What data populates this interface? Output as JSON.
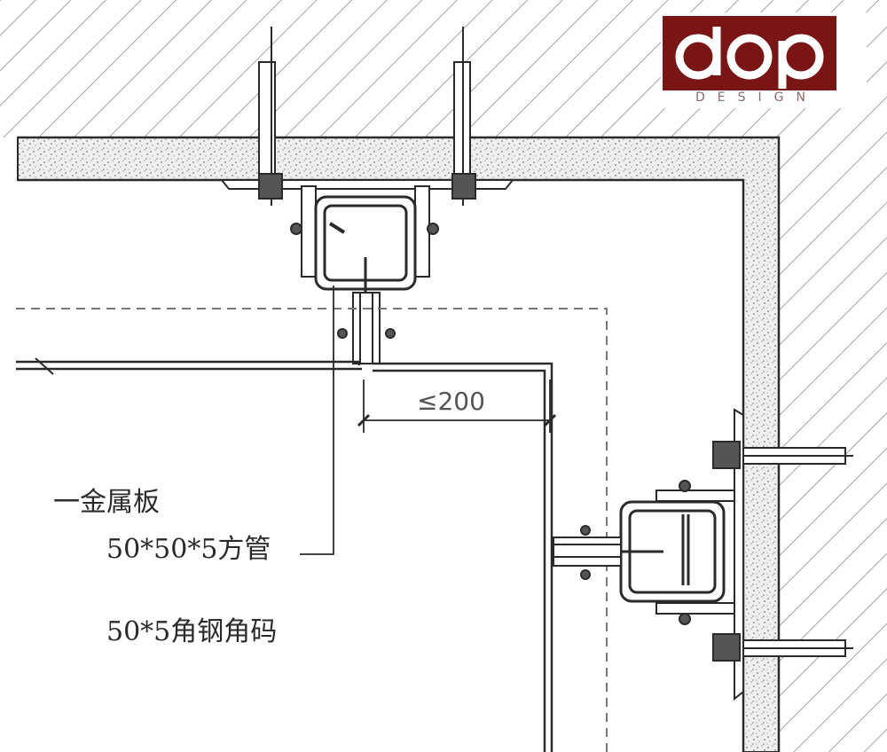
{
  "labels": {
    "metal_panel": "一金属板",
    "square_tube": "50*50*5方管",
    "angle_bracket": "50*5角钢角码"
  },
  "dimension": {
    "gap": "≤200"
  },
  "logo": {
    "mark": "dop",
    "word": "DESIGN"
  },
  "colors": {
    "line": "#2a2a2a",
    "hatch": "#8c8c8c",
    "brand": "#7a1515"
  }
}
